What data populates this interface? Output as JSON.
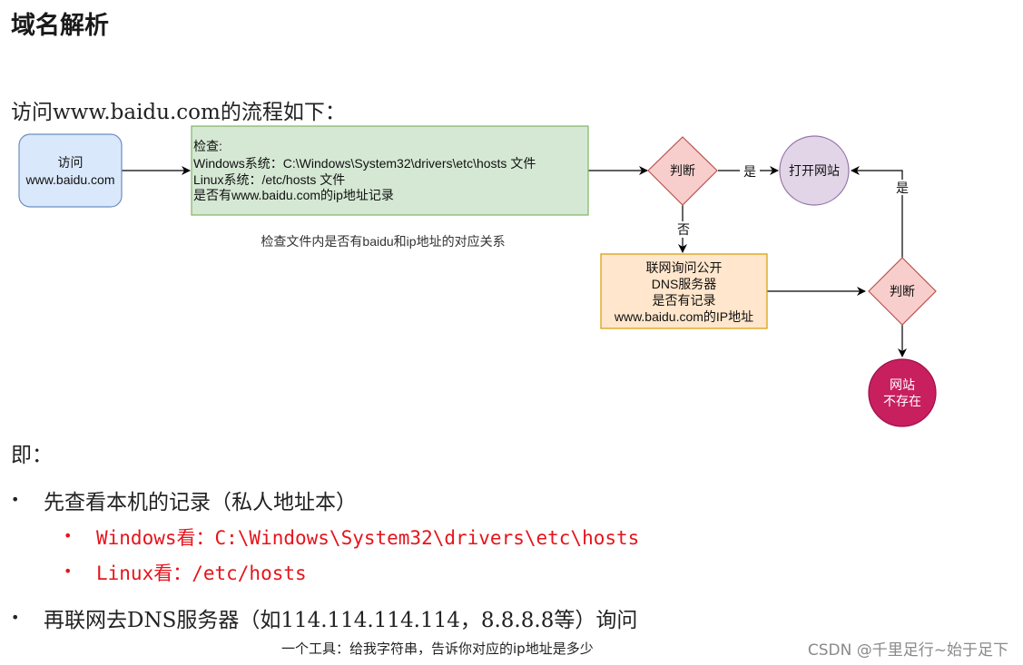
{
  "heading": "域名解析",
  "intro": "访问www.baidu.com的流程如下：",
  "diagram": {
    "start_node": [
      "访问",
      "www.baidu.com"
    ],
    "check_box": [
      "检查:",
      "Windows系统：C:\\Windows\\System32\\drivers\\etc\\hosts 文件",
      "Linux系统：/etc/hosts 文件",
      "是否有www.baidu.com的ip地址记录"
    ],
    "check_caption": "检查文件内是否有baidu和ip地址的对应关系",
    "decision_1": "判断",
    "edge_yes_1": "是",
    "edge_no": "否",
    "open_site": "打开网站",
    "dns_box": [
      "联网询问公开",
      "DNS服务器",
      "是否有记录",
      "www.baidu.com的IP地址"
    ],
    "decision_2": "判断",
    "edge_yes_2": "是",
    "not_exist": [
      "网站",
      "不存在"
    ],
    "colors": {
      "start_fill": "#dae8fc",
      "start_stroke": "#6c8ebf",
      "check_fill": "#d5e8d4",
      "check_stroke": "#82b366",
      "decision_fill": "#f8cecc",
      "decision_stroke": "#b85450",
      "open_fill": "#e1d5e7",
      "open_stroke": "#9673a6",
      "dns_fill": "#ffe6cc",
      "dns_stroke": "#d79b00",
      "not_exist_fill": "#c81f5f"
    }
  },
  "ji": "即：",
  "bullets": [
    {
      "text": "先查看本机的记录（私人地址本）",
      "sub": [
        "Windows看：C:\\Windows\\System32\\drivers\\etc\\hosts",
        "Linux看：/etc/hosts"
      ]
    },
    {
      "text": "再联网去DNS服务器（如114.114.114.114，8.8.8.8等）询问",
      "sub": []
    }
  ],
  "bottom_caption": "一个工具：给我字符串，告诉你对应的ip地址是多少",
  "watermark": "CSDN @千里足行~始于足下"
}
